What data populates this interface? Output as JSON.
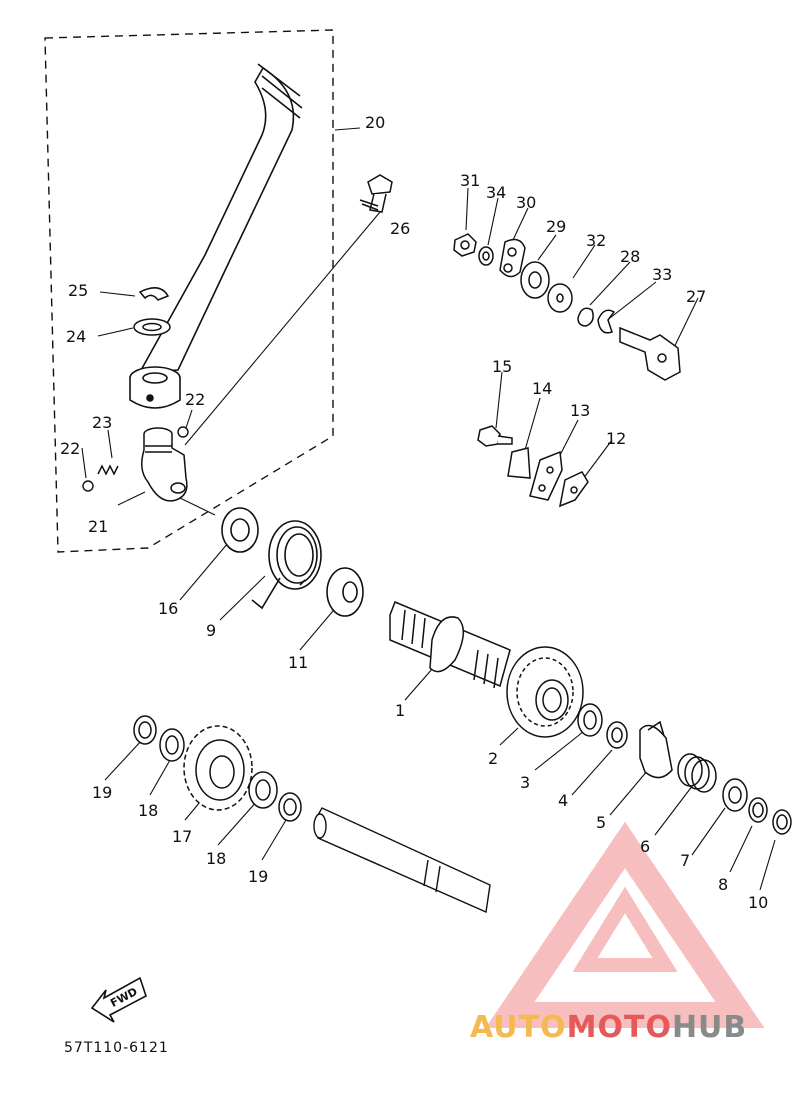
{
  "diagram": {
    "part_numbers": {
      "p1": "1",
      "p2": "2",
      "p3": "3",
      "p4": "4",
      "p5": "5",
      "p6": "6",
      "p7": "7",
      "p8": "8",
      "p9": "9",
      "p10": "10",
      "p11": "11",
      "p12": "12",
      "p13": "13",
      "p14": "14",
      "p15": "15",
      "p16": "16",
      "p17": "17",
      "p18a": "18",
      "p18b": "18",
      "p19a": "19",
      "p19b": "19",
      "p20": "20",
      "p21": "21",
      "p22a": "22",
      "p22b": "22",
      "p23": "23",
      "p24": "24",
      "p25": "25",
      "p26": "26",
      "p27": "27",
      "p28": "28",
      "p29": "29",
      "p30": "30",
      "p31": "31",
      "p32": "32",
      "p33": "33",
      "p34": "34"
    },
    "fwd_label": "FWD",
    "code": "57T110-6121"
  },
  "watermark": {
    "part1": "AUTO",
    "part2": "MOTO",
    "part3": "HUB",
    "colors": {
      "auto": "#f4b94f",
      "moto": "#e45a5a",
      "hub": "#8a8a8a",
      "logo": "#f08a8a"
    }
  }
}
